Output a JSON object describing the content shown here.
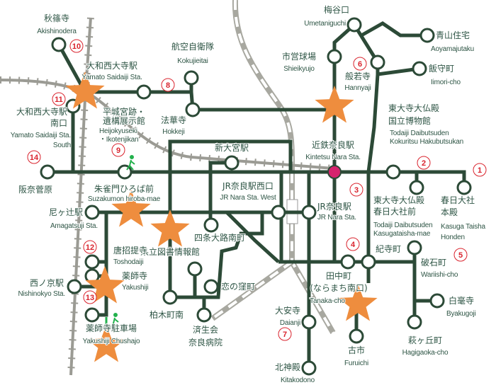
{
  "colors": {
    "route": "#2c4a37",
    "star": "#ee8d3e",
    "number": "#d9232d",
    "kintetsu_station": "#d6246e",
    "walk": "#22b14c",
    "text": "#2f5646"
  },
  "stops": {
    "akishinodera": {
      "jp": "秋篠寺",
      "en": "Akishinodera"
    },
    "yamato_saidaiji": {
      "jp": "大和西大寺駅",
      "en": "Yamato Saidaiji Sta."
    },
    "kokujieitai": {
      "jp": "航空自衛隊",
      "en": "Kokujieitai"
    },
    "yamato_south": {
      "jp1": "大和西大寺駅",
      "jp2": "南口",
      "en1": "Yamato Saidaiji Sta.",
      "en2": "South"
    },
    "heijo": {
      "jp1": "平城宮跡・",
      "jp2": "遺構展示館",
      "en1": "Heijokyuseki",
      "en2": "・Ikotenjikan"
    },
    "hokkeji": {
      "jp": "法華寺",
      "en": "Hokkeji"
    },
    "shinomiya": {
      "jp": "新大宮駅"
    },
    "hannasugahara": {
      "jp": "阪奈菅原"
    },
    "suzakumon": {
      "jp": "朱雀門ひろば前",
      "en": "Suzakumon hiroba-mae"
    },
    "jr_west": {
      "jp": "JR奈良駅西口",
      "en": "JR Nara Sta. West"
    },
    "amagatsuji": {
      "jp": "尼ヶ辻駅",
      "en": "Amagatsuji Sta."
    },
    "shijo": {
      "jp": "四条大路南町"
    },
    "library": {
      "jp": "県立図書情報館"
    },
    "toshodaiji": {
      "jp": "唐招提寺",
      "en": "Toshodaiji"
    },
    "yakushiji": {
      "jp": "薬師寺",
      "en": "Yakushiji"
    },
    "nishinokyo": {
      "jp": "西ノ京駅",
      "en": "Nishinokyo Sta."
    },
    "koinokubo": {
      "jp": "恋の窪町"
    },
    "kashiwagi": {
      "jp": "柏木町南"
    },
    "yakushiji_parking": {
      "jp": "薬師寺駐車場",
      "en": "Yakushiji Chushajo"
    },
    "saiseikai": {
      "jp1": "済生会",
      "jp2": "奈良病院"
    },
    "jr_nara": {
      "jp": "JR奈良駅",
      "en": "JR Nara Sta."
    },
    "kintetsu_nara": {
      "jp": "近鉄奈良駅",
      "en": "Kintetsu Nara Sta."
    },
    "umetaniguchi": {
      "jp": "梅谷口",
      "en": "Umetaniguchi"
    },
    "shieikyujo": {
      "jp": "市営球場",
      "en": "Shieikyujo"
    },
    "hannyaji": {
      "jp": "般若寺",
      "en": "Hannyaji"
    },
    "aoyamajutaku": {
      "jp": "青山住宅",
      "en": "Aoyamajutaku"
    },
    "iimori": {
      "jp": "飯守町",
      "en": "Iimori-cho"
    },
    "todaiji": {
      "jp1": "東大寺大仏殿",
      "jp2": "国立博物館",
      "en1": "Todaiji Daibutsuden",
      "en2": "Kokuritsu Hakubutsukan"
    },
    "todaiji_kasuga": {
      "jp1": "東大寺大仏殿",
      "jp2": "春日大社前",
      "en1": "Todaiji Daibutsuden",
      "en2": "Kasugataisha-mae"
    },
    "kasuga_honden": {
      "jp1": "春日大社",
      "jp2": "本殿",
      "en1": "Kasuga Taisha",
      "en2": "Honden"
    },
    "kiderachou": {
      "jp": "紀寺町"
    },
    "wariishi": {
      "jp": "破石町",
      "en": "Wariishi-cho"
    },
    "tanaka": {
      "jp1": "田中町",
      "jp2": "(ならまち南口)",
      "en": "Tanaka-cho"
    },
    "byakugoji": {
      "jp": "白毫寺",
      "en": "Byakugoji"
    },
    "daianji": {
      "jp": "大安寺",
      "en": "Daianji"
    },
    "furuichi": {
      "jp": "古市",
      "en": "Furuichi"
    },
    "hagigaoka": {
      "jp": "萩ヶ丘町",
      "en": "Hagigaoka-cho"
    },
    "kitakodono": {
      "jp": "北神殿",
      "en": "Kitakodono"
    }
  },
  "numbers": [
    "1",
    "2",
    "3",
    "4",
    "5",
    "6",
    "7",
    "8",
    "9",
    "10",
    "11",
    "12",
    "13",
    "14"
  ]
}
